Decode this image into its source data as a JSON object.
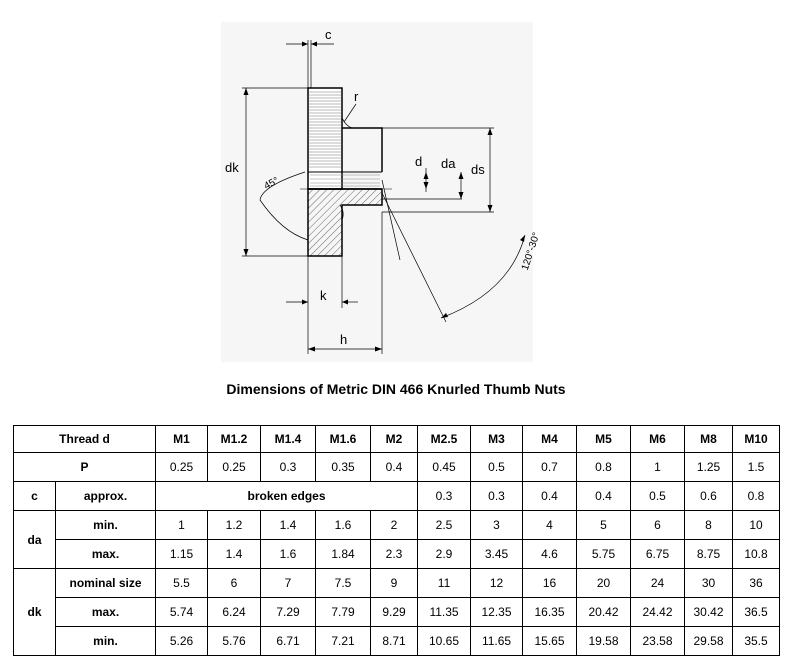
{
  "drawing": {
    "labels": {
      "c": "c",
      "r": "r",
      "dk": "dk",
      "d": "d",
      "da": "da",
      "ds": "ds",
      "angle45": "45°",
      "angle120": "120°-30°",
      "k": "k",
      "h": "h"
    }
  },
  "title": "Dimensions of Metric DIN 466 Knurled Thumb Nuts",
  "table": {
    "thread_label": "Thread d",
    "threads": [
      "M1",
      "M1.2",
      "M1.4",
      "M1.6",
      "M2",
      "M2.5",
      "M3",
      "M4",
      "M5",
      "M6",
      "M8",
      "M10"
    ],
    "p_label": "P",
    "p": [
      "0.25",
      "0.25",
      "0.3",
      "0.35",
      "0.4",
      "0.45",
      "0.5",
      "0.7",
      "0.8",
      "1",
      "1.25",
      "1.5"
    ],
    "c_label": "c",
    "c_sub": "approx.",
    "c_broken": "broken edges",
    "c": [
      "0.3",
      "0.3",
      "0.4",
      "0.4",
      "0.5",
      "0.6",
      "0.8"
    ],
    "da_label": "da",
    "da_min_label": "min.",
    "da_min": [
      "1",
      "1.2",
      "1.4",
      "1.6",
      "2",
      "2.5",
      "3",
      "4",
      "5",
      "6",
      "8",
      "10"
    ],
    "da_max_label": "max.",
    "da_max": [
      "1.15",
      "1.4",
      "1.6",
      "1.84",
      "2.3",
      "2.9",
      "3.45",
      "4.6",
      "5.75",
      "6.75",
      "8.75",
      "10.8"
    ],
    "dk_label": "dk",
    "dk_nom_label": "nominal size",
    "dk_nom": [
      "5.5",
      "6",
      "7",
      "7.5",
      "9",
      "11",
      "12",
      "16",
      "20",
      "24",
      "30",
      "36"
    ],
    "dk_max_label": "max.",
    "dk_max": [
      "5.74",
      "6.24",
      "7.29",
      "7.79",
      "9.29",
      "11.35",
      "12.35",
      "16.35",
      "20.42",
      "24.42",
      "30.42",
      "36.5"
    ],
    "dk_min_label": "min.",
    "dk_min": [
      "5.26",
      "5.76",
      "6.71",
      "7.21",
      "8.71",
      "10.65",
      "11.65",
      "15.65",
      "19.58",
      "23.58",
      "29.58",
      "35.5"
    ]
  }
}
